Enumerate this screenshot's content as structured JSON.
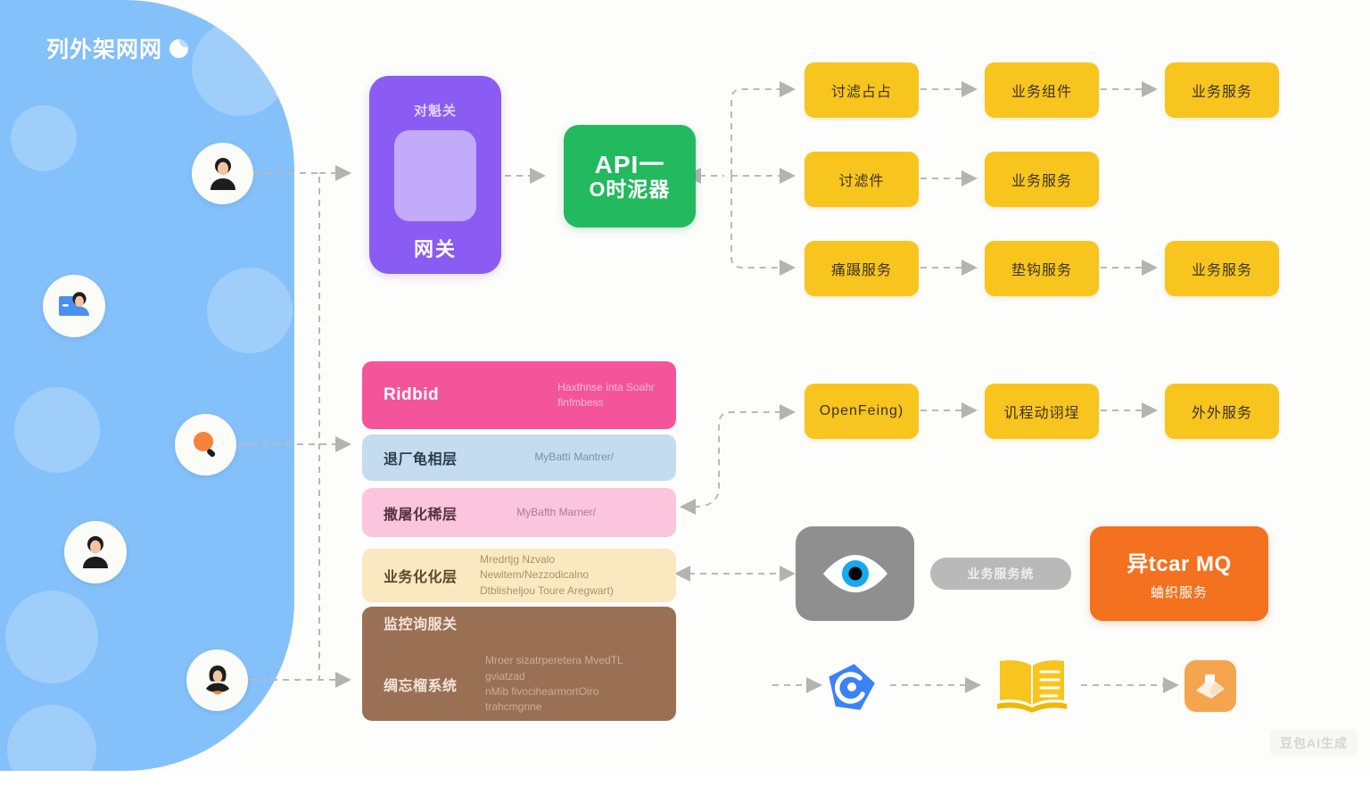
{
  "page": {
    "title": "列外架网网",
    "watermark": "豆包AI生成"
  },
  "left_panel": {
    "color": "#84c1fa",
    "avatars": [
      {
        "name": "avatar-user-top",
        "icon": "person-icon"
      },
      {
        "name": "avatar-id-card",
        "icon": "user-card-icon"
      },
      {
        "name": "avatar-search",
        "icon": "magnifier-icon"
      },
      {
        "name": "avatar-person",
        "icon": "person-icon"
      },
      {
        "name": "avatar-person-hooded",
        "icon": "person-hooded-icon"
      }
    ]
  },
  "gateway": {
    "top_label": "对魁关",
    "bottom_label": "网关",
    "color": "#8a5cf3"
  },
  "api": {
    "line1": "API一",
    "line2": "O时泥器",
    "color": "#23b95f"
  },
  "service_rows": [
    {
      "row": 1,
      "boxes": [
        {
          "label": "讨滤占占"
        },
        {
          "label": "业务组件"
        },
        {
          "label": "业务服务"
        }
      ]
    },
    {
      "row": 2,
      "boxes": [
        {
          "label": "讨滤件"
        },
        {
          "label": "业务服务"
        }
      ]
    },
    {
      "row": 3,
      "boxes": [
        {
          "label": "痛蹑服务"
        },
        {
          "label": "垫钩服务"
        },
        {
          "label": "业务服务"
        }
      ]
    },
    {
      "row": 4,
      "boxes": [
        {
          "label": "OpenFeing)"
        },
        {
          "label": "讥程动诩埕"
        },
        {
          "label": "外外服务"
        }
      ]
    }
  ],
  "layer_stack": [
    {
      "name": "bar-ribbid",
      "left": "Ridbid",
      "right": "Haxthnse inta Soahr\nfinfmbess",
      "color": "#f4549a"
    },
    {
      "name": "bar-persistence",
      "left": "退厂龟相层",
      "right": "MyBattí Mantrer/",
      "color": "#c5dcf0"
    },
    {
      "name": "bar-micro",
      "left": "撒屠化稀层",
      "right": "MyBafth Marner/",
      "color": "#fac5dd"
    },
    {
      "name": "bar-business",
      "left": "业务化化层",
      "right": "Mredrtjg Nzvalo Newitem/Nezzodicalno\nDtblisheljou Toure Aregwart)",
      "color": "#fae8c0"
    },
    {
      "name": "bar-monitor",
      "left_top": "监控询服关",
      "left_bottom": "绸忘榴系统",
      "right_bottom": "Mroer sizatrperetera MvedTL gviatzad\nnMib fivocihearmortOiro trahcmgnne",
      "color": "#9a7055"
    }
  ],
  "bottom_right": {
    "eye_box": {
      "icon": "eye-icon",
      "color": "#8f8f8f"
    },
    "gray_pill": {
      "label": "业务服务统",
      "color": "#b9b9b9"
    },
    "mq_box": {
      "line1": "异tcar MQ",
      "line2": "蛐织服务",
      "color": "#f4711f"
    },
    "icons": [
      {
        "name": "nacos-icon",
        "color": "#3b82f6"
      },
      {
        "name": "open-book-icon",
        "color": "#f7c51e"
      },
      {
        "name": "package-delivery-icon",
        "color": "#f5a54e"
      }
    ]
  }
}
